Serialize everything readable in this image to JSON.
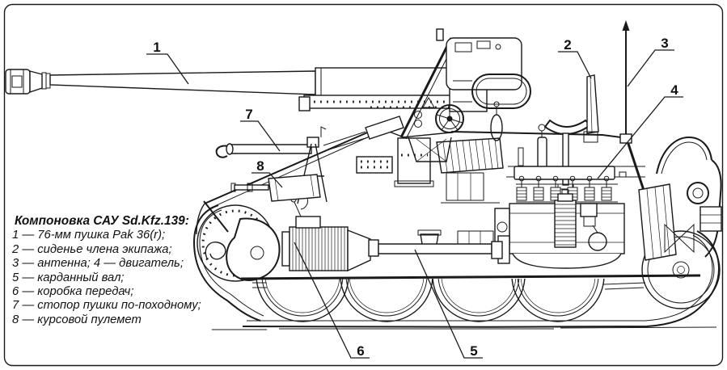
{
  "colors": {
    "ink": "#1a1a1a",
    "paper": "#ffffff"
  },
  "legend": {
    "title": "Компоновка САУ Sd.Kfz.139:",
    "items": [
      "1 — 76-мм пушка Pak 36(r);",
      "2 — сиденье члена экипажа;",
      "3 — антенна; 4 — двигатель;",
      "5 — карданный вал;",
      "6 — коробка передач;",
      "7 — стопор пушки по-походному;",
      "8 — курсовой пулемет"
    ]
  },
  "callouts": [
    {
      "number": "1"
    },
    {
      "number": "2"
    },
    {
      "number": "3"
    },
    {
      "number": "4"
    },
    {
      "number": "5"
    },
    {
      "number": "6"
    },
    {
      "number": "7"
    },
    {
      "number": "8"
    }
  ]
}
